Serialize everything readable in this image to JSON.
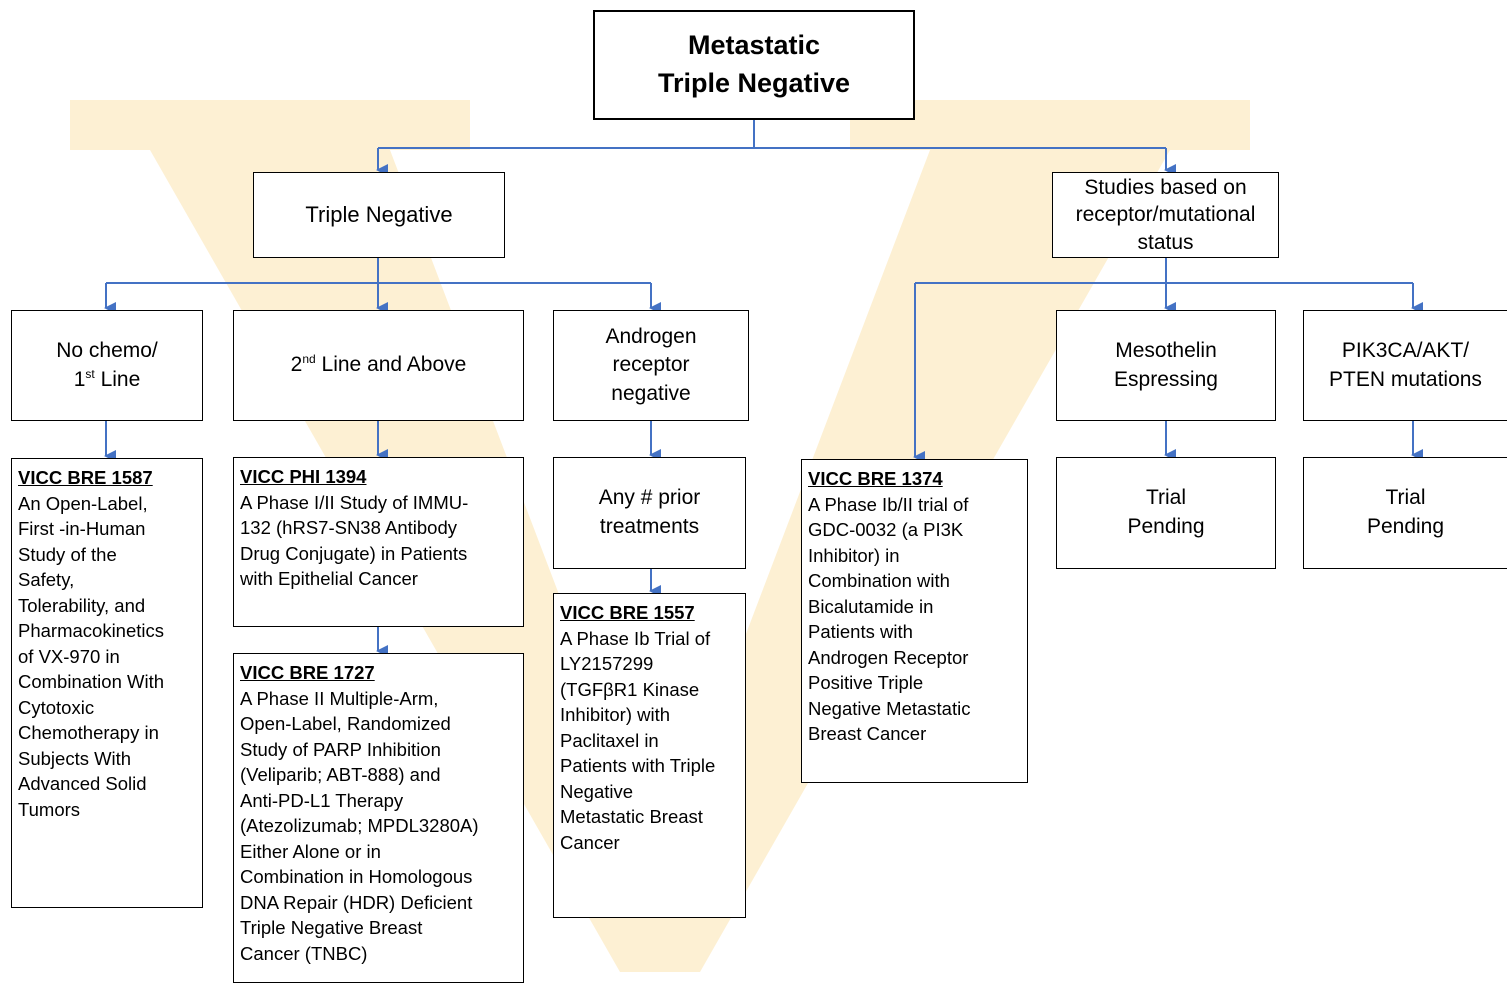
{
  "colors": {
    "connector": "#4472c4",
    "box_border": "#000000",
    "watermark": "#fdf0d3"
  },
  "watermark": {
    "icon": "vanderbilt-v-logo"
  },
  "root": {
    "line1": "Metastatic",
    "line2": "Triple Negative"
  },
  "level1": {
    "triple_negative": "Triple Negative",
    "studies": {
      "line1": "Studies based on",
      "line2": "receptor/mutational",
      "line3": "status"
    }
  },
  "level2": {
    "no_chemo": {
      "line1": "No chemo/",
      "line2_num": "1",
      "line2_sup": "st",
      "line2_rest": " Line"
    },
    "second_line": {
      "num": "2",
      "sup": "nd",
      "rest": " Line and Above"
    },
    "androgen": {
      "line1": "Androgen",
      "line2": "receptor",
      "line3": "negative"
    },
    "mesothelin": {
      "line1": "Mesothelin",
      "line2": "Espressing"
    },
    "pik3ca": {
      "line1": "PIK3CA/AKT/",
      "line2": "PTEN mutations"
    }
  },
  "prior": {
    "line1": "Any # prior",
    "line2": "treatments"
  },
  "pending": {
    "mesothelin": {
      "line1": "Trial",
      "line2": "Pending"
    },
    "pik3ca": {
      "line1": "Trial",
      "line2": "Pending"
    }
  },
  "trials": {
    "bre1587": {
      "id": "VICC BRE 1587",
      "desc": [
        "An Open-Label,",
        "First -in-Human",
        "Study of the",
        "Safety,",
        "Tolerability, and",
        "Pharmacokinetics",
        "of VX-970 in",
        "Combination With",
        "Cytotoxic",
        "Chemotherapy in",
        "Subjects With",
        "Advanced Solid",
        "Tumors"
      ]
    },
    "phi1394": {
      "id": "VICC PHI 1394",
      "desc": [
        "A Phase I/II Study of IMMU-",
        "132 (hRS7-SN38 Antibody",
        "Drug Conjugate) in Patients",
        "with Epithelial Cancer"
      ]
    },
    "bre1727": {
      "id": "VICC BRE 1727",
      "desc": [
        "A Phase II Multiple-Arm,",
        "Open-Label, Randomized",
        "Study of PARP Inhibition",
        "(Veliparib; ABT-888) and",
        "Anti-PD-L1 Therapy",
        "(Atezolizumab; MPDL3280A)",
        "Either Alone or in",
        "Combination in Homologous",
        "DNA Repair (HDR) Deficient",
        "Triple Negative Breast",
        "Cancer (TNBC)"
      ]
    },
    "bre1557": {
      "id": "VICC BRE 1557",
      "desc": [
        "A Phase Ib Trial of",
        "LY2157299",
        "(TGFβR1 Kinase",
        "Inhibitor) with",
        "Paclitaxel in",
        "Patients with Triple",
        "Negative",
        "Metastatic Breast",
        "Cancer"
      ]
    },
    "bre1374": {
      "id": "VICC BRE 1374",
      "desc": [
        "A Phase Ib/II trial of",
        "GDC-0032 (a PI3K",
        "Inhibitor) in",
        "Combination with",
        "Bicalutamide in",
        "Patients with",
        "Androgen Receptor",
        "Positive Triple",
        "Negative Metastatic",
        "Breast Cancer"
      ]
    }
  }
}
